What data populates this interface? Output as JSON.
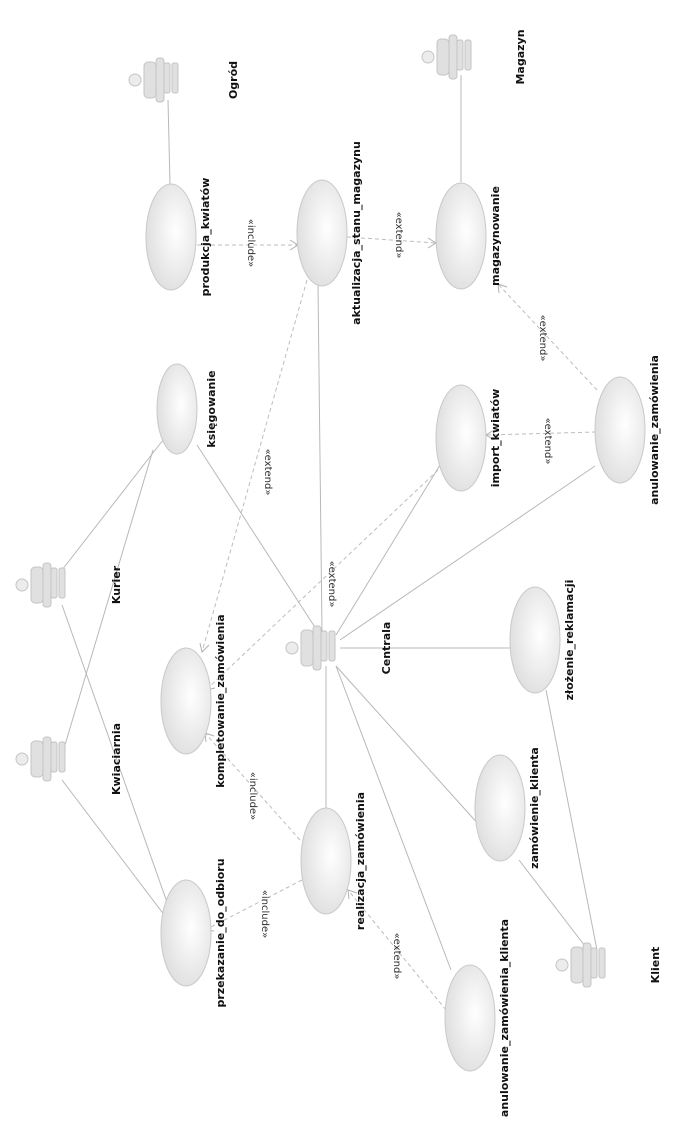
{
  "actors": {
    "ogrod": "Ogród",
    "magazyn": "Magazyn",
    "kurier": "Kurier",
    "kwiaciarnia": "Kwiaciarnia",
    "centrala": "Centrala",
    "klient": "Klient"
  },
  "use_cases": {
    "produkcja_kwiatow": "produkcja_kwiatów",
    "aktualizacja_stanu_magazynu": "aktualizacja_stanu_magazynu",
    "magazynowanie": "magazynowanie",
    "ksiegowanie": "księgowanie",
    "import_kwiatow": "import_kwiatów",
    "anulowanie_zamowienia": "anulowanie_zamówienia",
    "kompletowanie_zamowienia": "kompletowanie_zamówienia",
    "zlozenie_reklamacji": "złożenie_reklamacji",
    "zamowienie_klienta": "zamówienie_klienta",
    "realizacja_zamowienia": "realizacja_zamówienia",
    "przekazanie_do_odbioru": "przekazanie_do_odbioru",
    "anulowanie_zamowienia_klienta": "anulowanie_zamówienia_klienta"
  },
  "relations": {
    "include": "«include»",
    "extend": "«extend»"
  }
}
